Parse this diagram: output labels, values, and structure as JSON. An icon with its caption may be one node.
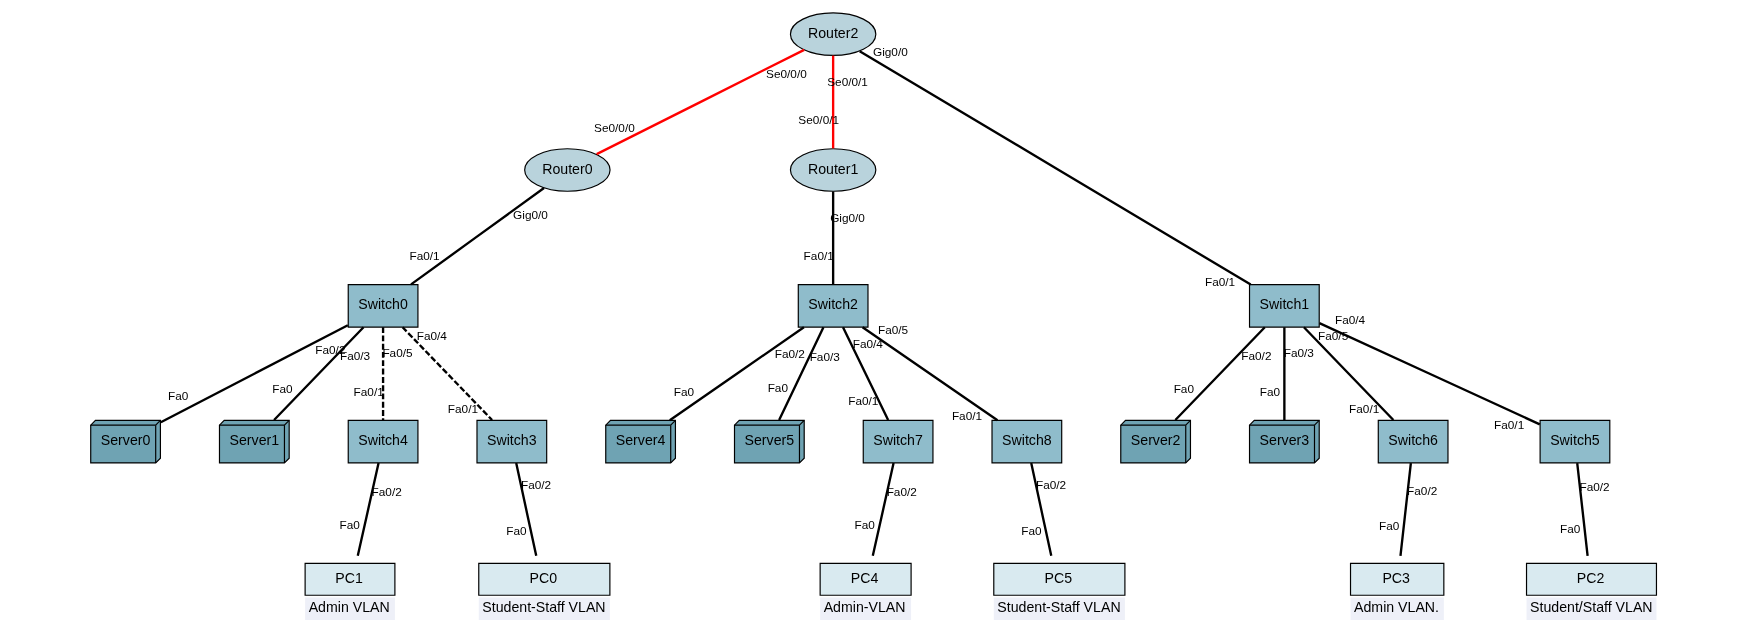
{
  "diagram": {
    "nodes": [
      {
        "text": [
          "Router0"
        ]
      },
      {
        "text": [
          "Router2"
        ]
      },
      {
        "text": [
          "Router1"
        ]
      },
      {
        "text": [
          "Switch0"
        ]
      },
      {
        "text": [
          "Server0"
        ]
      },
      {
        "text": [
          "Server1"
        ]
      },
      {
        "text": [
          "Switch4"
        ]
      },
      {
        "text": [
          "Switch3"
        ]
      },
      {
        "text": [
          "PC1"
        ],
        "beside": [
          "Admin VLAN"
        ]
      },
      {
        "text": [
          "PC0"
        ],
        "beside": [
          "Student-Staff VLAN"
        ]
      },
      {
        "text": [
          "Switch1"
        ]
      },
      {
        "text": [
          "Server2"
        ]
      },
      {
        "text": [
          "Server3"
        ]
      },
      {
        "text": [
          "Switch6"
        ]
      },
      {
        "text": [
          "Switch5"
        ]
      },
      {
        "text": [
          "PC3"
        ],
        "beside": [
          "Admin VLAN."
        ]
      },
      {
        "text": [
          "PC2"
        ],
        "beside": [
          "Student/Staff VLAN"
        ]
      },
      {
        "text": [
          "Switch2"
        ]
      },
      {
        "text": [
          "Server4"
        ]
      },
      {
        "text": [
          "Server5"
        ]
      },
      {
        "text": [
          "Switch7"
        ]
      },
      {
        "text": [
          "Switch8"
        ]
      },
      {
        "text": [
          "PC4"
        ],
        "beside": [
          "Admin-VLAN"
        ]
      },
      {
        "text": [
          "PC5"
        ],
        "beside": [
          "Student-Staff VLAN"
        ]
      }
    ],
    "edges": [
      {
        "from": 1,
        "to": 0,
        "arrow": "none",
        "color": "#ff0000"
      },
      {
        "from": 1,
        "to": 2,
        "arrow": "none",
        "color": "#ff0000"
      },
      {
        "from": 0,
        "to": 3,
        "arrow": "none"
      },
      {
        "from": 3,
        "to": 4,
        "arrow": "none"
      },
      {
        "from": 3,
        "to": 5,
        "arrow": "none"
      },
      {
        "from": 3,
        "to": 6,
        "arrow": "none",
        "style": "dashed"
      },
      {
        "from": 3,
        "to": 7,
        "arrow": "none",
        "style": "dashed"
      },
      {
        "from": 6,
        "to": 8,
        "arrow": "none"
      },
      {
        "from": 7,
        "to": 9,
        "arrow": "none"
      },
      {
        "from": 1,
        "to": 10,
        "arrow": "none"
      },
      {
        "from": 10,
        "to": 11,
        "arrow": "none"
      },
      {
        "from": 10,
        "to": 12,
        "arrow": "none"
      },
      {
        "from": 10,
        "to": 13,
        "arrow": "none"
      },
      {
        "from": 10,
        "to": 14,
        "arrow": "none"
      },
      {
        "from": 13,
        "to": 15,
        "arrow": "none"
      },
      {
        "from": 14,
        "to": 16,
        "arrow": "none"
      },
      {
        "from": 2,
        "to": 17,
        "arrow": "none"
      },
      {
        "from": 17,
        "to": 18,
        "arrow": "none"
      },
      {
        "from": 17,
        "to": 19,
        "arrow": "none"
      },
      {
        "from": 17,
        "to": 20,
        "arrow": "none"
      },
      {
        "from": 17,
        "to": 21,
        "arrow": "none"
      },
      {
        "from": 20,
        "to": 22,
        "arrow": "none"
      },
      {
        "from": 21,
        "to": 23,
        "arrow": "none"
      }
    ],
    "labels": [
      "Se0/0/0",
      "Se0/0/0",
      "Se0/0/1",
      "Se0/0/1",
      "Gig0/0",
      "Fa0/1",
      "Fa0/2",
      "Fa0",
      "Fa0/3",
      "Fa0",
      "Fa0/5",
      "Fa0/1",
      "Fa0/4",
      "Fa0/1",
      "Fa0/2",
      "Fa0",
      "Fa0/2",
      "Fa0",
      "Gig0/0",
      "Fa0/1",
      "Fa0/2",
      "Fa0",
      "Fa0/3",
      "Fa0",
      "Fa0/5",
      "Fa0/1",
      "Fa0/4",
      "Fa0/1",
      "Fa0/2",
      "Fa0",
      "Fa0/2",
      "Fa0",
      "Gig0/0",
      "Fa0/1",
      "Fa0/2",
      "Fa0",
      "Fa0/3",
      "Fa0",
      "Fa0/4",
      "Fa0/1",
      "Fa0/5",
      "Fa0/1",
      "Fa0/2",
      "Fa0",
      "Fa0/2",
      "Fa0"
    ]
  }
}
